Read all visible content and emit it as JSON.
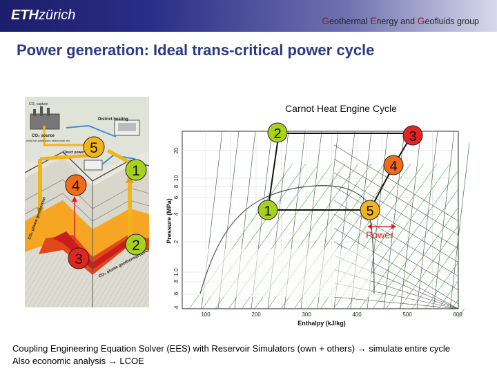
{
  "header": {
    "logo_bold": "ETH",
    "logo_light": "zürich",
    "group_parts": [
      {
        "cap": "G",
        "rest": "eothermal "
      },
      {
        "cap": "E",
        "rest": "nergy and "
      },
      {
        "cap": "G",
        "rest": "eofluids"
      }
    ],
    "group_suffix": " group"
  },
  "title": "Power generation: Ideal trans-critical power cycle",
  "illustration": {
    "labels": {
      "co2_capture": "CO₂ capture",
      "co2_source": "CO₂ source",
      "co2_source_detail": "(fossil fuel power plant, biofuel plant, etc)",
      "district_heating": "District heating",
      "direct_power_system": "Direct power system",
      "plume_geothermal": "CO₂ plume geothermal",
      "plume_geothermal_cpg": "CO₂ plume geothermal (CPG)"
    },
    "markers": [
      "1",
      "2",
      "3",
      "4",
      "5"
    ]
  },
  "diagram": {
    "title": "Carnot Heat Engine Cycle",
    "xlabel": "Enthalpy (kJ/kg)",
    "ylabel": "Pressure (MPa)",
    "x_ticks": [
      "100",
      "200",
      "300",
      "400",
      "500",
      "600"
    ],
    "y_ticks": [
      "20",
      "10",
      "8",
      "6",
      "4",
      "2",
      "1.0",
      ".8",
      ".6",
      ".4"
    ],
    "power_label": "Power",
    "markers": [
      "1",
      "2",
      "3",
      "4",
      "5"
    ],
    "colors": {
      "green": "#a6d21e",
      "orange": "#f26a1b",
      "red": "#e42421",
      "yellow": "#f2b418"
    }
  },
  "footer": {
    "line1": "Coupling Engineering Equation Solver (EES) with Reservoir Simulators (own + others) → simulate entire cycle",
    "line2": "Also economic analysis → LCOE"
  }
}
